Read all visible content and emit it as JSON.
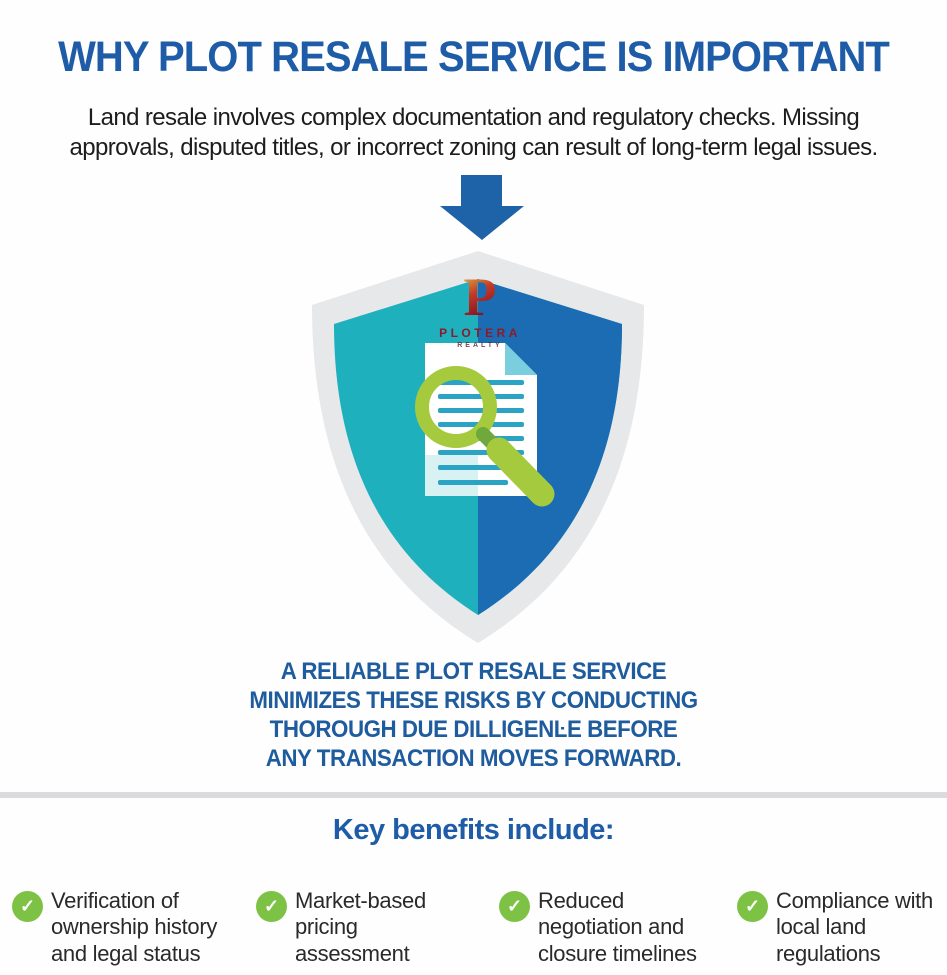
{
  "header": {
    "title": "WHY PLOT RESALE SERVICE IS IMPORTANT",
    "subtitle": "Land resale involves complex documentation and regulatory checks. Missing\napprovals, disputed titles, or incorrect zoning can result of long-term legal issues."
  },
  "logo": {
    "letter": "P",
    "name": "PLOTERA",
    "tagline": "REALTY"
  },
  "statement": "A RELIABLE PLOT RESALE SERVICE\nMINIMIZES THESE RISKS BY CONDUCTING\nTHOROUGH DUE DILLIGENĿE BEFORE\nANY TRANSACTION MOVES FORWARD.",
  "benefits": {
    "heading": "Key benefits include:",
    "check_glyph": "✓",
    "items": [
      {
        "text": "Verification of\nownership history\nand legal status"
      },
      {
        "text": "Market-based\npricing\nassessment"
      },
      {
        "text": "Reduced\nnegotiation and\nclosure timelines"
      },
      {
        "text": "Compliance with\nlocal land\nregulations"
      }
    ]
  },
  "colors": {
    "heading_blue": "#1F5CA8",
    "statement_blue": "#1E5C9E",
    "arrow_blue": "#1E62A8",
    "shield_outer_silver": "#E7E8EA",
    "shield_teal": "#1FB0BE",
    "shield_blue": "#1C6CB4",
    "doc_line_teal": "#2AA3C4",
    "doc_fold_cyan": "#79CFDD",
    "magnifier_green": "#A6CA3D",
    "magnifier_dark_green": "#6FA83C",
    "check_green": "#7DC244",
    "logo_red": "#8C1B2A",
    "divider_gray": "#DBDBDD"
  }
}
